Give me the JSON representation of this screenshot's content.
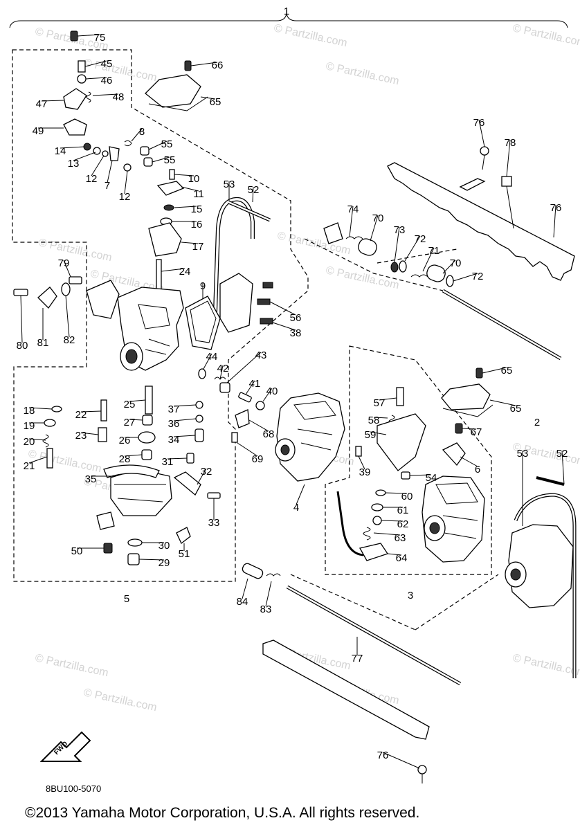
{
  "diagram": {
    "code": "8BU100-5070",
    "copyright": "©2013 Yamaha Motor Corporation, U.S.A. All rights reserved.",
    "watermark": "© Partzilla.com",
    "fwd_label": "FWD"
  },
  "callouts": [
    "1",
    "2",
    "3",
    "4",
    "5",
    "6",
    "7",
    "8",
    "9",
    "10",
    "11",
    "12",
    "13",
    "14",
    "15",
    "16",
    "17",
    "18",
    "19",
    "20",
    "21",
    "22",
    "23",
    "24",
    "25",
    "26",
    "27",
    "28",
    "29",
    "30",
    "31",
    "32",
    "33",
    "34",
    "35",
    "36",
    "37",
    "38",
    "39",
    "40",
    "41",
    "42",
    "43",
    "44",
    "45",
    "46",
    "47",
    "48",
    "49",
    "50",
    "51",
    "52",
    "53",
    "54",
    "55",
    "56",
    "57",
    "58",
    "59",
    "60",
    "61",
    "62",
    "63",
    "64",
    "65",
    "66",
    "67",
    "68",
    "69",
    "70",
    "71",
    "72",
    "73",
    "74",
    "75",
    "76",
    "77",
    "78",
    "79",
    "80",
    "81",
    "82",
    "83",
    "84"
  ]
}
